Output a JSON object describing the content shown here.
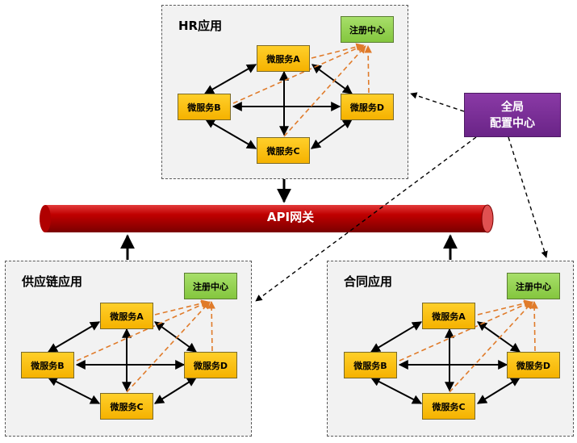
{
  "apps": [
    {
      "title": "HR应用",
      "registry": "注册中心",
      "services": {
        "a": "微服务A",
        "b": "微服务B",
        "c": "微服务C",
        "d": "微服务D"
      }
    },
    {
      "title": "供应链应用",
      "registry": "注册中心",
      "services": {
        "a": "微服务A",
        "b": "微服务B",
        "c": "微服务C",
        "d": "微服务D"
      }
    },
    {
      "title": "合同应用",
      "registry": "注册中心",
      "services": {
        "a": "微服务A",
        "b": "微服务B",
        "c": "微服务C",
        "d": "微服务D"
      }
    }
  ],
  "gateway": {
    "label": "API网关"
  },
  "global_config": {
    "line1": "全局",
    "line2": "配置中心"
  },
  "colors": {
    "service": "#f5b200",
    "registry": "#84c63e",
    "config": "#6a2487",
    "gateway": "#c00000",
    "registration_arrow": "#e07b2a"
  }
}
